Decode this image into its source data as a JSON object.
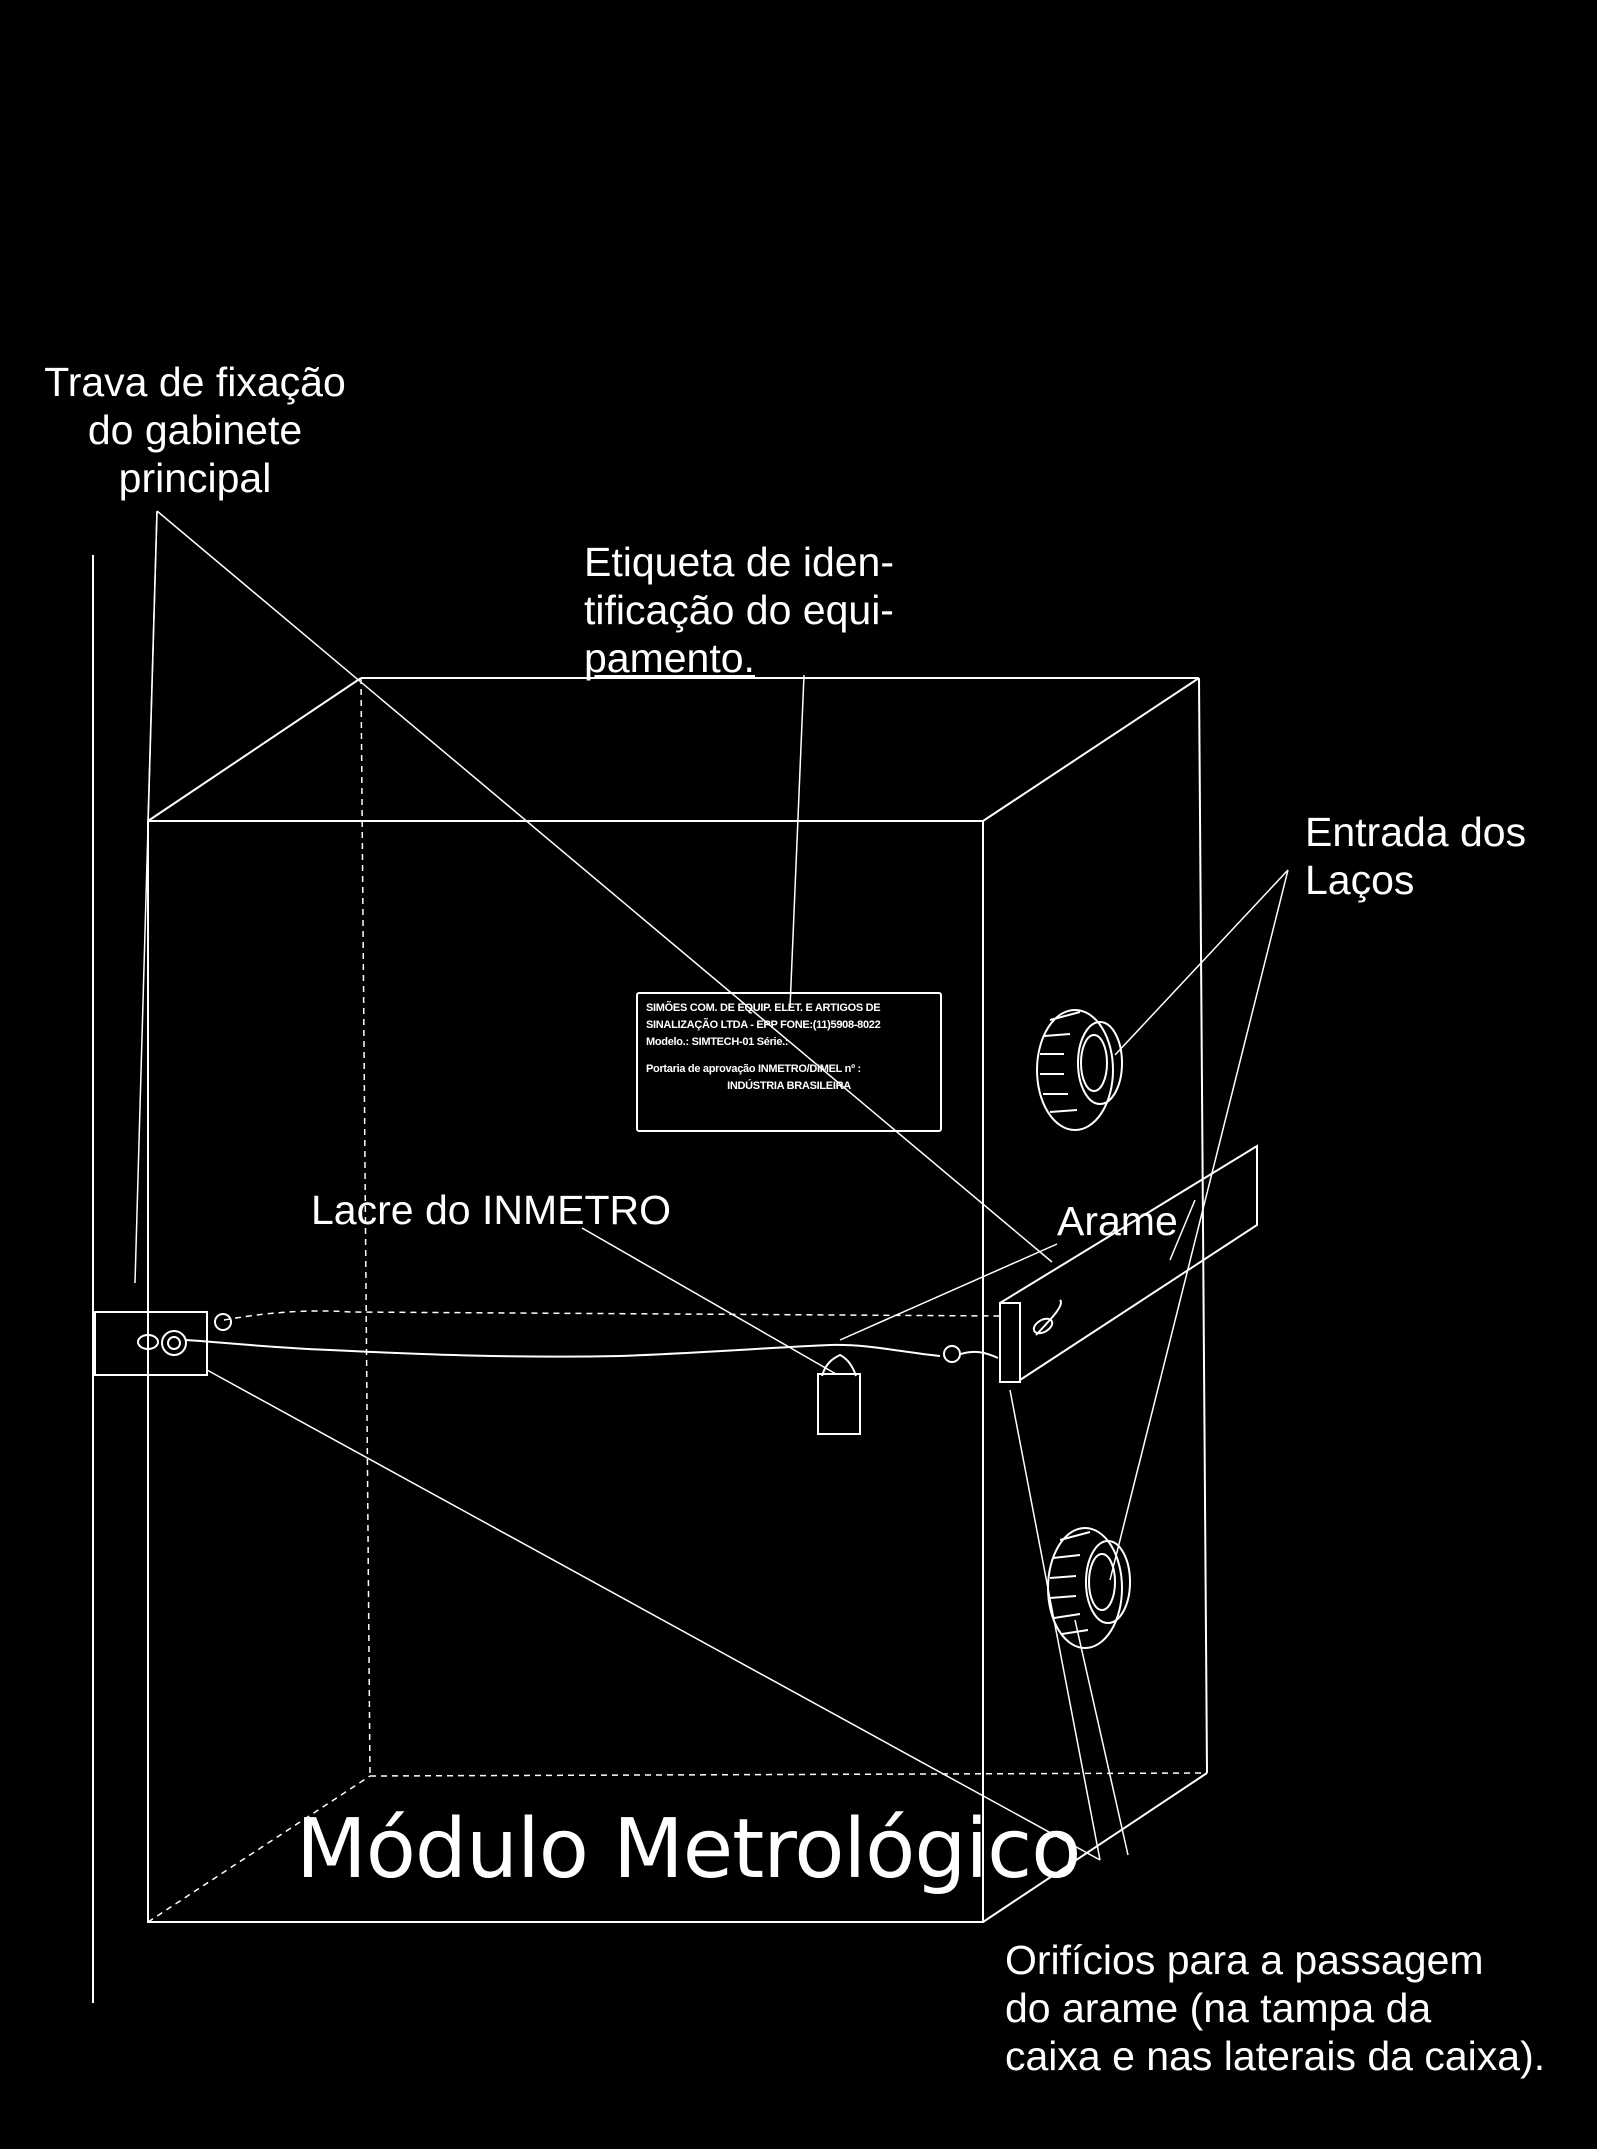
{
  "title": "Módulo Metrológico",
  "labels": {
    "trava": [
      "Trava de fixação",
      "do gabinete",
      "principal"
    ],
    "etiqueta": [
      "Etiqueta de iden-",
      "tificação do equi-",
      "pamento."
    ],
    "entrada": [
      "Entrada dos",
      "Laços"
    ],
    "lacre": "Lacre do INMETRO",
    "arame": "Arame",
    "orificios": [
      "Orifícios para a passagem",
      "do arame (na tampa da",
      "caixa e nas laterais da caixa)."
    ]
  },
  "plate": {
    "line1": "SIMÕES COM. DE EQUIP. ELET. E ARTIGOS DE",
    "line2": "SINALIZAÇÃO LTDA - EPP  FONE:(11)5908-8022",
    "line3": "Modelo.: SIMTECH-01     Série.:",
    "line4": "Portaria de aprovação INMETRO/DIMEL nº :",
    "line5": "INDÚSTRIA BRASILEIRA"
  },
  "colors": {
    "background": "#000000",
    "stroke": "#ffffff"
  }
}
